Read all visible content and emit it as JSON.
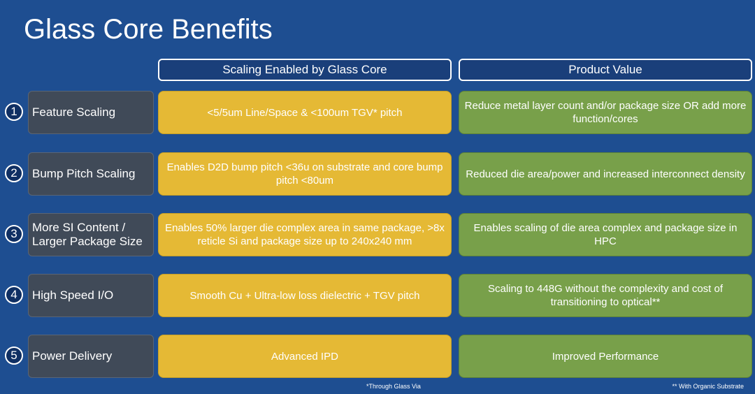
{
  "title": "Glass Core Benefits",
  "headers": {
    "scaling": "Scaling Enabled by Glass Core",
    "value": "Product Value"
  },
  "rows": [
    {
      "num": "1",
      "label": "Feature Scaling",
      "scaling": "<5/5um Line/Space & <100um TGV* pitch",
      "value": "Reduce metal layer count and/or package size OR add more function/cores"
    },
    {
      "num": "2",
      "label": "Bump Pitch Scaling",
      "scaling": "Enables D2D bump pitch <36u on substrate and core bump pitch <80um",
      "value": "Reduced die area/power and increased interconnect density"
    },
    {
      "num": "3",
      "label": "More SI Content / Larger Package Size",
      "scaling": "Enables 50% larger die complex area in same package, >8x reticle Si and package size up to 240x240 mm",
      "value": "Enables scaling of die area complex and package size in HPC"
    },
    {
      "num": "4",
      "label": "High Speed I/O",
      "scaling": "Smooth Cu + Ultra-low loss dielectric + TGV pitch",
      "value": "Scaling to 448G without the complexity and cost of transitioning to optical**"
    },
    {
      "num": "5",
      "label": "Power Delivery",
      "scaling": "Advanced IPD",
      "value": "Improved Performance"
    }
  ],
  "footnotes": {
    "tgv": "*Through Glass Via",
    "organic": "** With Organic Substrate"
  }
}
